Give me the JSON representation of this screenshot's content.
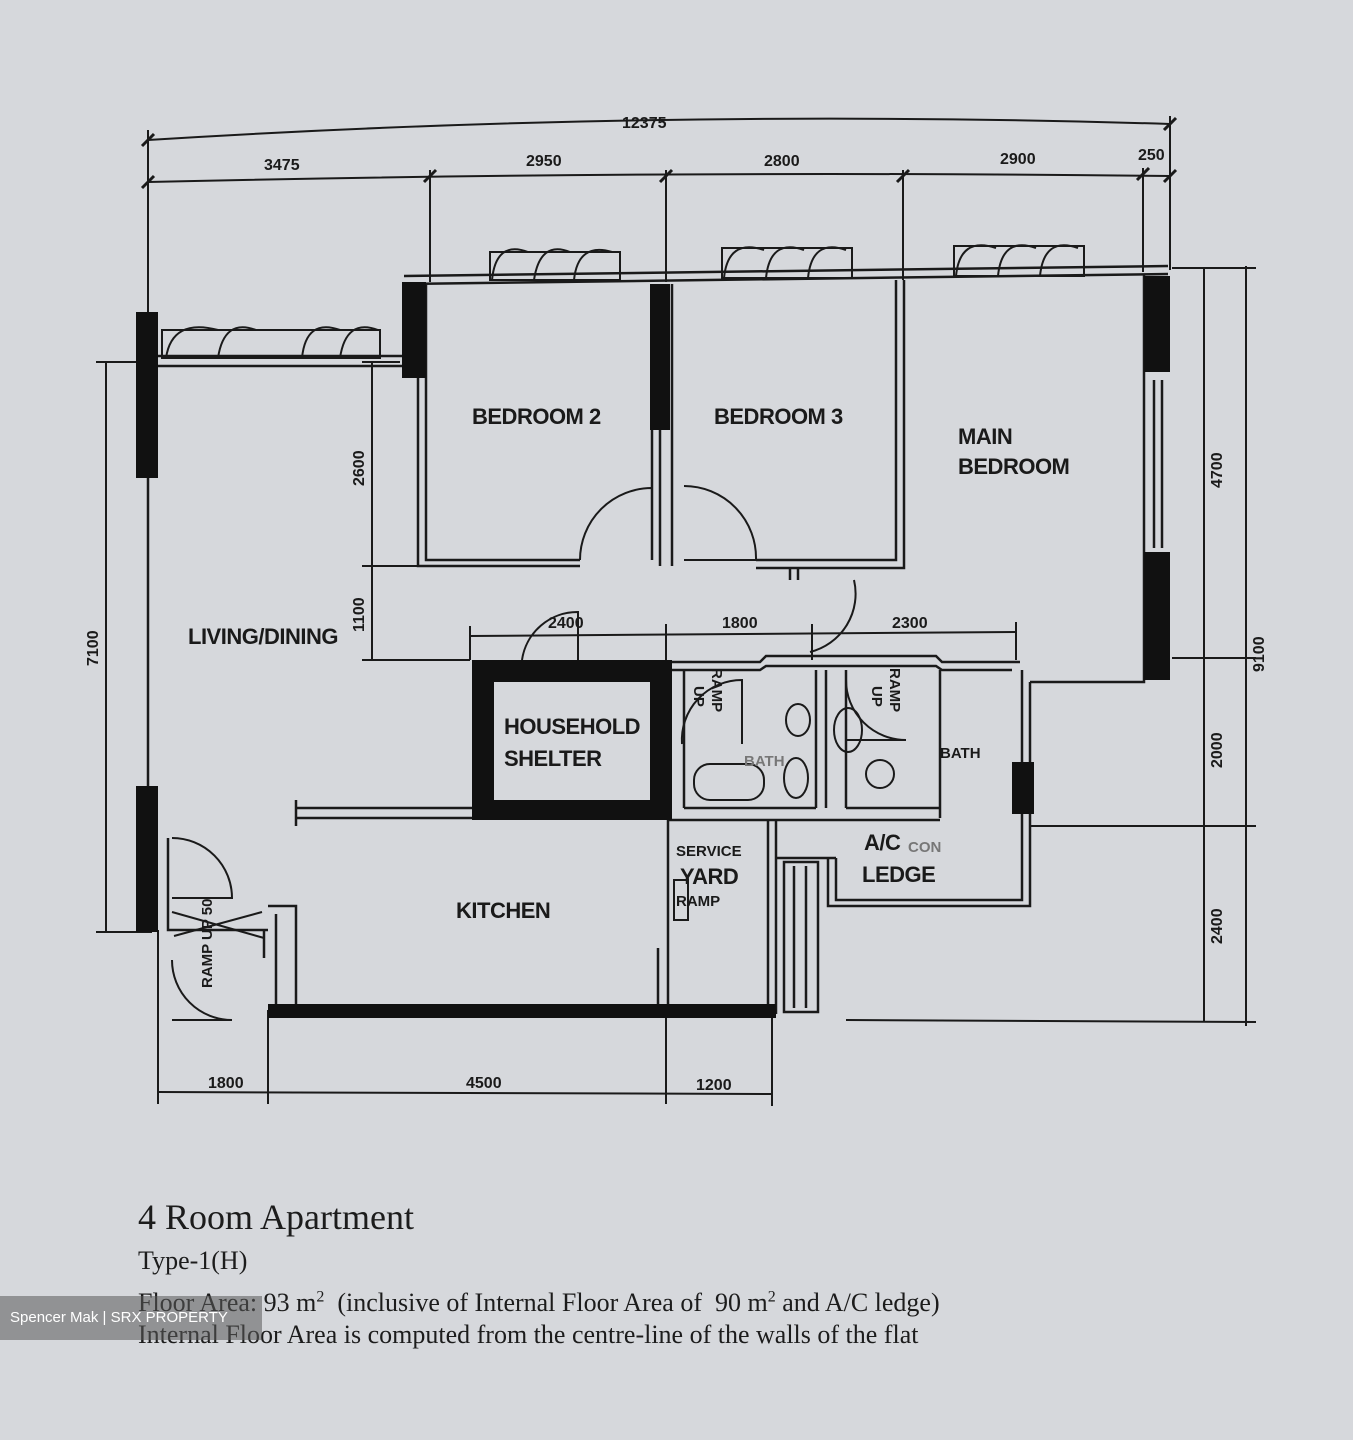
{
  "rooms": {
    "bedroom2": "BEDROOM 2",
    "bedroom3": "BEDROOM 3",
    "main_bedroom_line1": "MAIN",
    "main_bedroom_line2": "BEDROOM",
    "living_dining": "LIVING/DINING",
    "household_shelter_line1": "HOUSEHOLD",
    "household_shelter_line2": "SHELTER",
    "kitchen": "KITCHEN",
    "bath1": "BATH",
    "bath2": "BATH",
    "service_yard_line1": "SERVICE",
    "service_yard_line2": "YARD",
    "ac_ledge_line1": "A/C",
    "ac_ledge_line2": "LEDGE"
  },
  "labels": {
    "ramp_up": "RAMP UP",
    "ramp": "RAMP",
    "ramp_up_50": "RAMP UP 50",
    "ramp_up_bath1_a": "RAMP",
    "ramp_up_bath1_b": "UP",
    "ramp_up_bath2_a": "RAMP",
    "ramp_up_bath2_b": "UP",
    "ac_ghost": "CON"
  },
  "dimensions": {
    "overall_width": "12375",
    "top_1": "3475",
    "top_2": "2950",
    "top_3": "2800",
    "top_4": "2900",
    "top_5": "250",
    "mid_1": "2400",
    "mid_2": "1800",
    "mid_3": "2300",
    "left_overall": "7100",
    "left_upper": "2600",
    "left_lower": "1100",
    "right_overall": "9100",
    "right_upper": "4700",
    "right_mid": "2000",
    "right_lower": "2400",
    "bottom_1": "1800",
    "bottom_2": "4500",
    "bottom_3": "1200"
  },
  "caption": {
    "title": "4 Room Apartment",
    "type": "Type-1(H)",
    "area_prefix": "Floor Area: 93 m",
    "area_sup": "2",
    "area_mid": "  (inclusive of Internal Floor Area of  90 m",
    "area_sup2": "2",
    "area_suffix": " and A/C ledge)",
    "note": "Internal Floor Area is computed from the centre-line of the walls of the flat"
  },
  "watermark": "Spencer Mak | SRX PROPERTY"
}
